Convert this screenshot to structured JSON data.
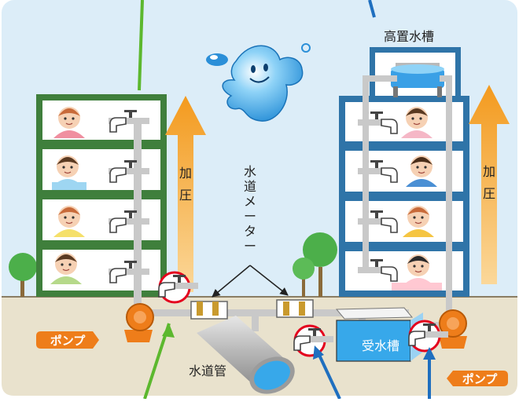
{
  "labels": {
    "elevated_tank": "高置水槽",
    "pressurize_left": "加圧",
    "pressurize_right": "加圧",
    "water_meter": "水道メーター",
    "water_main": "水道管",
    "receiving_tank": "受水槽",
    "pump_left": "ポンプ",
    "pump_right": "ポンプ"
  },
  "colors": {
    "sky": "#dcedf8",
    "ground": "#e9e2cd",
    "ground_line": "#8a7d63",
    "left_building": "#3f7f3c",
    "right_building": "#2f74a8",
    "pump_orange": "#ee7d1a",
    "pressure_arrow": "#f4a32a",
    "highlight_circle": "#e4001d",
    "pipe_gray": "#c9c9c9",
    "green_arrow": "#3aa43c",
    "blue_arrow": "#1f6fbf",
    "water_blue": "#37a8ea"
  },
  "icons": [
    "water-drop-mascot",
    "faucet-icon",
    "pump-icon",
    "tree-icon",
    "water-meter-icon"
  ]
}
